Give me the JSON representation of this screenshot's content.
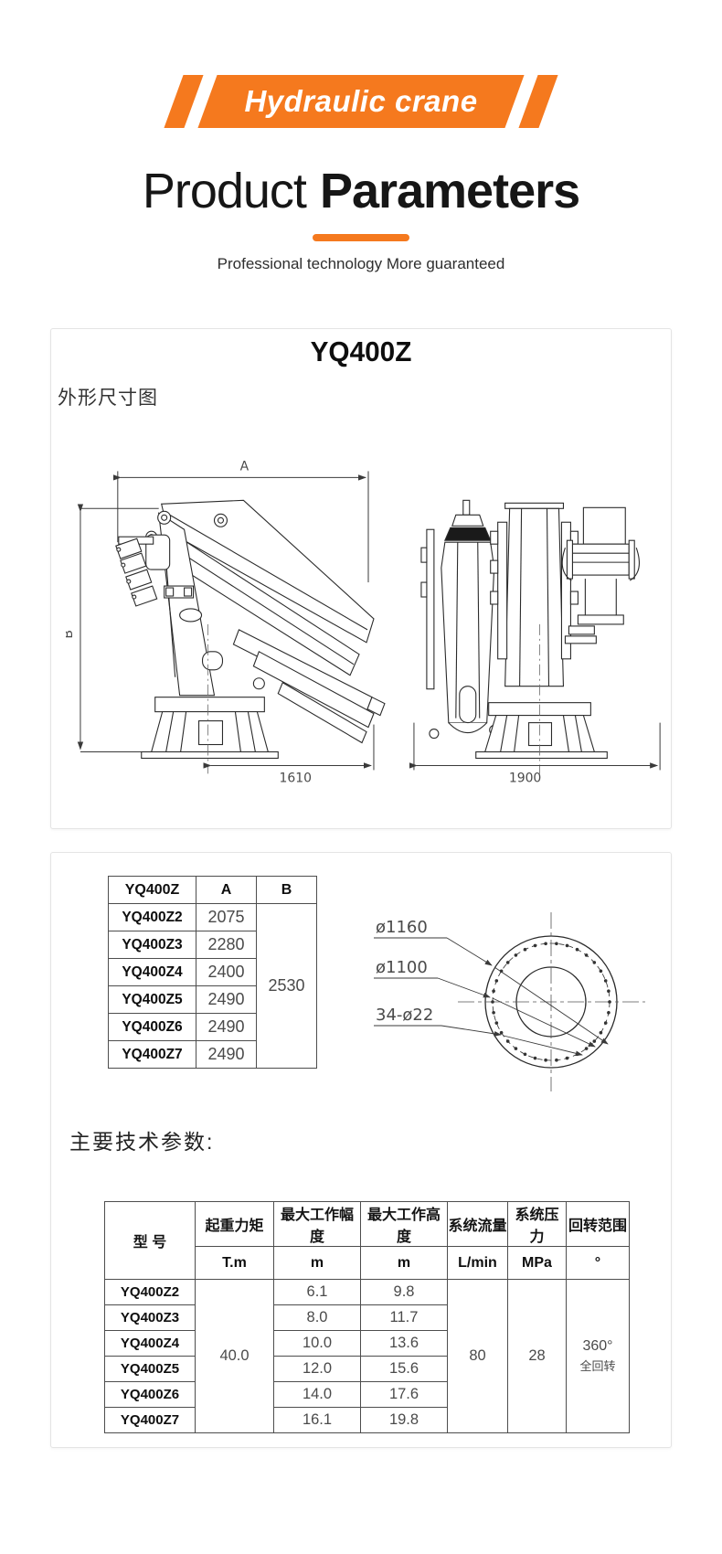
{
  "banner": {
    "label": "Hydraulic crane"
  },
  "heading": {
    "light": "Product",
    "bold": "Parameters"
  },
  "subtitle": "Professional technology More guaranteed",
  "model_section": {
    "title": "YQ400Z",
    "drawing_label": "外形尺寸图",
    "side_view": {
      "dim_a": "A",
      "dim_b": "B",
      "dim_width": "1610"
    },
    "front_view": {
      "dim_width": "1900"
    }
  },
  "dimension_table": {
    "headers": [
      "YQ400Z",
      "A",
      "B"
    ],
    "rows": [
      {
        "model": "YQ400Z2",
        "a": "2075"
      },
      {
        "model": "YQ400Z3",
        "a": "2280"
      },
      {
        "model": "YQ400Z4",
        "a": "2400"
      },
      {
        "model": "YQ400Z5",
        "a": "2490"
      },
      {
        "model": "YQ400Z6",
        "a": "2490"
      },
      {
        "model": "YQ400Z7",
        "a": "2490"
      }
    ],
    "b_merged": "2530"
  },
  "flange": {
    "label_outer": "ø1160",
    "label_bolt_circle": "ø1100",
    "label_holes": "34-ø22",
    "hole_count": 34
  },
  "params_label": "主要技术参数:",
  "spec_table": {
    "col_model": "型 号",
    "headers": [
      "起重力矩",
      "最大工作幅度",
      "最大工作高度",
      "系统流量",
      "系统压力",
      "回转范围"
    ],
    "units": [
      "T.m",
      "m",
      "m",
      "L/min",
      "MPa",
      "°"
    ],
    "rows": [
      {
        "model": "YQ400Z2",
        "radius": "6.1",
        "height": "9.8"
      },
      {
        "model": "YQ400Z3",
        "radius": "8.0",
        "height": "11.7"
      },
      {
        "model": "YQ400Z4",
        "radius": "10.0",
        "height": "13.6"
      },
      {
        "model": "YQ400Z5",
        "radius": "12.0",
        "height": "15.6"
      },
      {
        "model": "YQ400Z6",
        "radius": "14.0",
        "height": "17.6"
      },
      {
        "model": "YQ400Z7",
        "radius": "16.1",
        "height": "19.8"
      }
    ],
    "moment": "40.0",
    "flow": "80",
    "pressure": "28",
    "slew_line1": "360°",
    "slew_line2": "全回转"
  },
  "colors": {
    "accent": "#f5791e"
  }
}
